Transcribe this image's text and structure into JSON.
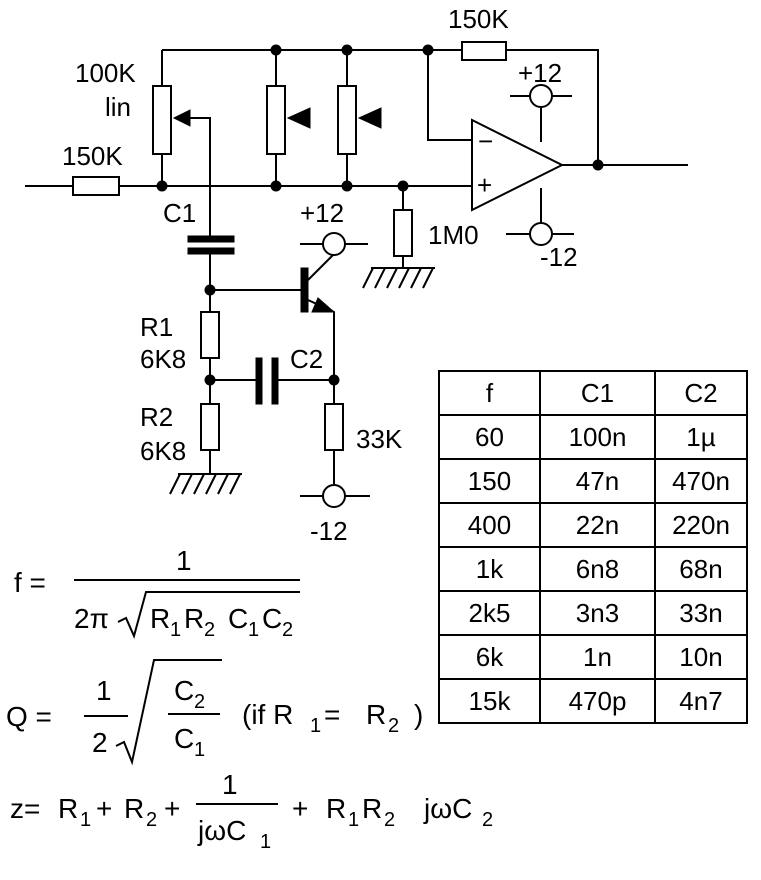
{
  "components": {
    "pot_main": {
      "value": "100K",
      "taper": "lin"
    },
    "r_input": "150K",
    "r_feedback": "150K",
    "c1": "C1",
    "c2": "C2",
    "r1": {
      "name": "R1",
      "value": "6K8"
    },
    "r2": {
      "name": "R2",
      "value": "6K8"
    },
    "r_emitter": "33K",
    "r_bias": "1M0"
  },
  "supplies": {
    "opamp_pos": "+12",
    "opamp_neg": "-12",
    "transistor_pos": "+12",
    "emitter_neg": "-12"
  },
  "opamp": {
    "inverting": "−",
    "non_inverting": "+"
  },
  "table": {
    "headers": [
      "f",
      "C1",
      "C2"
    ],
    "rows": [
      [
        "60",
        "100n",
        "1µ"
      ],
      [
        "150",
        "47n",
        "470n"
      ],
      [
        "400",
        "22n",
        "220n"
      ],
      [
        "1k",
        "6n8",
        "68n"
      ],
      [
        "2k5",
        "3n3",
        "33n"
      ],
      [
        "6k",
        "1n",
        "10n"
      ],
      [
        "15k",
        "470p",
        "4n7"
      ]
    ]
  },
  "formulas": {
    "f": {
      "lhs": "f =",
      "numerator": "1",
      "two_pi": "2π",
      "R1": "R",
      "R1_sub": "1",
      "R2": "R",
      "R2_sub": "2",
      "C1": "C",
      "C1_sub": "1",
      "C2": "C",
      "C2_sub": "2"
    },
    "Q": {
      "lhs": "Q =",
      "numerator": "1",
      "denominator": "2",
      "inner_num": "C",
      "inner_num_sub": "2",
      "inner_den": "C",
      "inner_den_sub": "1",
      "cond_prefix": "(if R",
      "cond_sub1": "1",
      "cond_mid": "=",
      "cond_R2": "R",
      "cond_sub2": "2",
      "cond_close": ")"
    },
    "z": {
      "lhs": "z=",
      "R1": "R",
      "R1_sub": "1",
      "plus1": "+",
      "R2": "R",
      "R2_sub": "2",
      "plus2": "+",
      "frac_num": "1",
      "frac_den": "jωC",
      "frac_den_sub": "1",
      "plus3": "+",
      "RR_R1": "R",
      "RR_sub1": "1",
      "RR_R2": "R",
      "RR_sub2": "2",
      "jw": "jωC",
      "jw_sub": "2"
    }
  }
}
